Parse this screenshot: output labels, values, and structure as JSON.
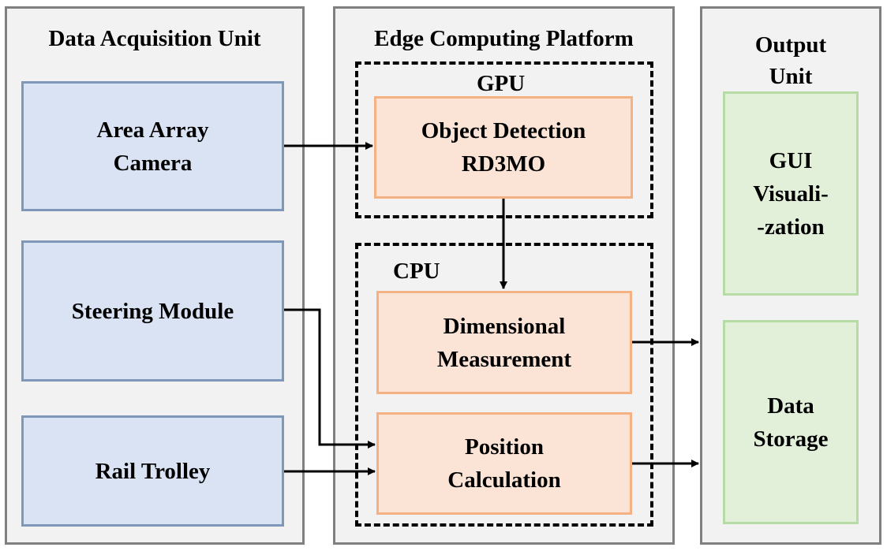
{
  "panels": {
    "acquisition": "Data Acquisition Unit",
    "edge": "Edge Computing Platform",
    "output": "Output\nUnit"
  },
  "groups": {
    "gpu": "GPU",
    "cpu": "CPU"
  },
  "boxes": {
    "camera": "Area Array\nCamera",
    "steering": "Steering Module",
    "trolley": "Rail Trolley",
    "detection": "Object Detection\nRD3MO",
    "dimensional": "Dimensional\nMeasurement",
    "position": "Position\nCalculation",
    "gui": "GUI\nVisuali-\n-zation",
    "storage": "Data\nStorage"
  },
  "colors": {
    "input_fill": "#dae3f3",
    "process_fill": "#fbe3d5",
    "output_fill": "#e2f0d9"
  }
}
